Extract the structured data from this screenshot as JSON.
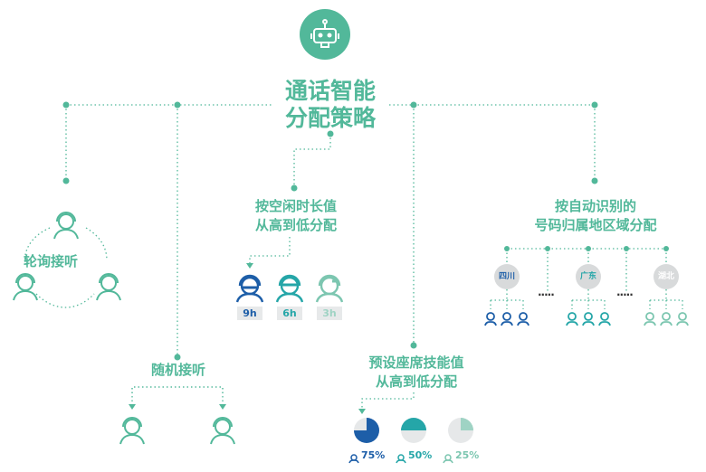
{
  "title": {
    "line1": "通话智能",
    "line2": "分配策略"
  },
  "robot_icon": "robot-icon",
  "strategies": {
    "round_robin": {
      "label": "轮询接听"
    },
    "random": {
      "label": "随机接听"
    },
    "idle_time": {
      "line1": "按空闲时长值",
      "line2": "从高到低分配",
      "hours": [
        "9h",
        "6h",
        "3h"
      ]
    },
    "skill": {
      "line1": "预设座席技能值",
      "line2": "从高到低分配",
      "levels": [
        "75%",
        "50%",
        "25%"
      ]
    },
    "region": {
      "line1": "按自动识别的",
      "line2": "号码归属地区域分配",
      "regions": [
        "四川",
        "广东",
        "湖北"
      ],
      "ellipsis": "....."
    }
  },
  "colors": {
    "primary": "#52b89a",
    "dark_blue": "#1d5ea8",
    "teal": "#25a6a8",
    "light": "#9fd3c4",
    "gray": "#e6e8e9"
  }
}
